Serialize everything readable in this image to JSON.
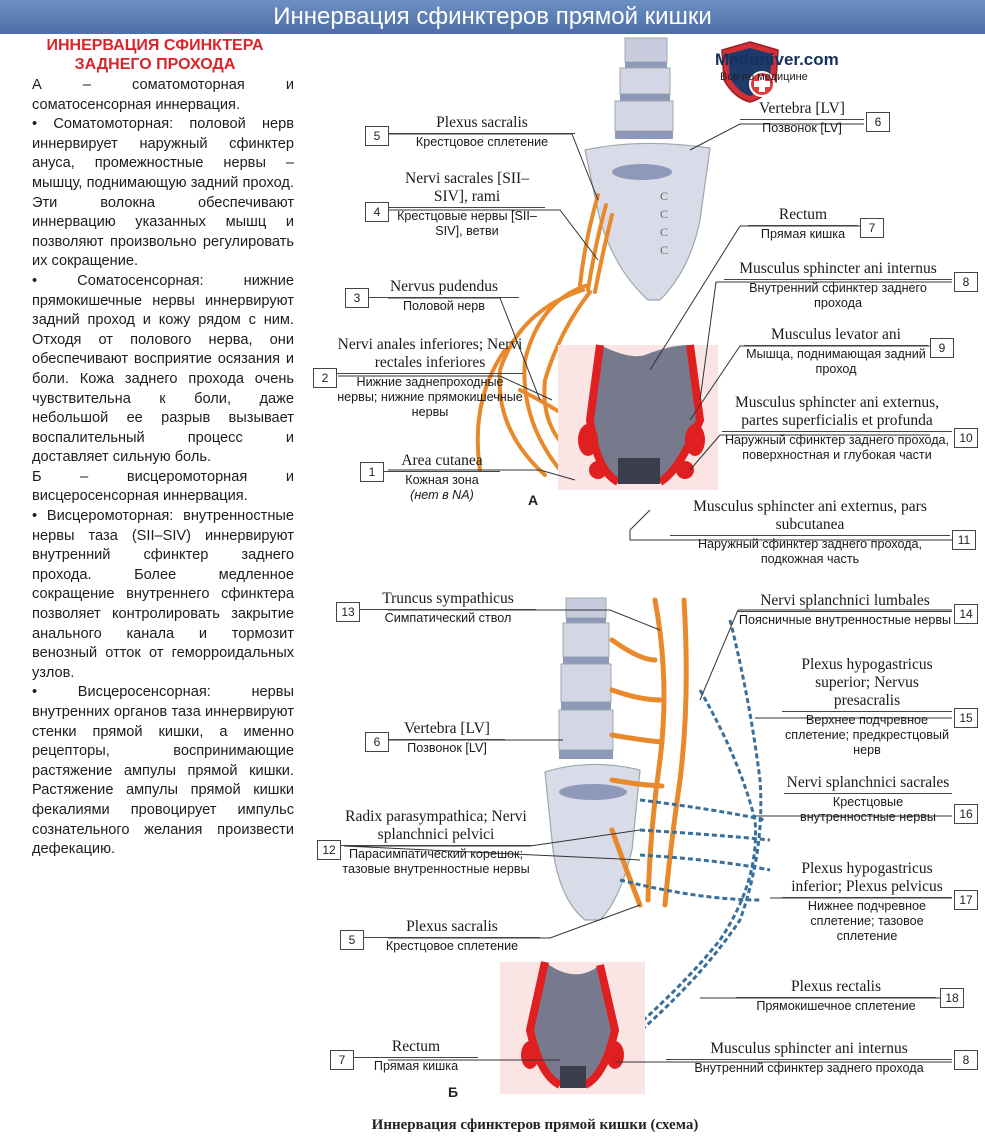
{
  "header": {
    "title": "Иннервация сфинктеров прямой кишки"
  },
  "logo": {
    "name": "Meduniver.com",
    "tagline": "Все по медицине"
  },
  "article": {
    "title": "ИННЕРВАЦИЯ СФИНКТЕРА ЗАДНЕГО ПРОХОДА",
    "paragraphs": [
      "А – соматомоторная и соматосенсорная иннервация.",
      "• Соматомоторная: половой нерв иннервирует наружный сфинктер ануса, промежностные нервы – мышцу, поднимающую задний проход. Эти волокна обеспечивают иннервацию указанных мышц и позволяют произвольно регулировать их сокращение.",
      "• Соматосенсорная: нижние прямокишечные нервы иннервируют задний проход и кожу рядом с ним. Отходя от полового нерва, они обеспечивают восприятие осязания и боли. Кожа заднего прохода очень чувствительна к боли, даже небольшой ее разрыв вызывает воспалительный процесс и доставляет сильную боль.",
      "Б – висцеромоторная и висцеросенсорная иннервация.",
      "• Висцеромоторная: внутренностные нервы таза (SII–SIV) иннервируют внутренний сфинктер заднего прохода. Более медленное сокращение внутреннего сфинктера позволяет контролировать закрытие анального канала и тормозит венозный отток от геморроидальных узлов.",
      "• Висцеросенсорная: нервы внутренних органов таза иннервируют стенки прямой кишки, а именно рецепторы, воспринимающие растяжение ампулы прямой кишки. Растяжение ампулы прямой кишки фекалиями провоцирует импульс сознательного желания произвести дефекацию."
    ]
  },
  "figure": {
    "panel_a_letter": "А",
    "panel_b_letter": "Б",
    "caption": "Иннервация сфинктеров прямой кишки (схема)"
  },
  "labels": [
    {
      "num": "5",
      "lat": "Plexus sacralis",
      "rus": "Крестцовое сплетение"
    },
    {
      "num": "4",
      "lat": "Nervi sacrales [SII–SIV], rami",
      "rus": "Крестцовые нервы [SII–SIV], ветви"
    },
    {
      "num": "3",
      "lat": "Nervus pudendus",
      "rus": "Половой нерв"
    },
    {
      "num": "2",
      "lat": "Nervi anales inferiores; Nervi rectales inferiores",
      "rus": "Нижние заднепроходные нервы; нижние прямокишечные нервы"
    },
    {
      "num": "1",
      "lat": "Area cutanea",
      "rus": "Кожная зона",
      "rus2": "(нет в NA)"
    },
    {
      "num": "6",
      "lat": "Vertebra [LV]",
      "rus": "Позвонок [LV]"
    },
    {
      "num": "7",
      "lat": "Rectum",
      "rus": "Прямая кишка"
    },
    {
      "num": "8",
      "lat": "Musculus sphincter ani internus",
      "rus": "Внутренний сфинктер заднего прохода"
    },
    {
      "num": "9",
      "lat": "Musculus levator ani",
      "rus": "Мышца, поднимающая задний проход"
    },
    {
      "num": "10",
      "lat": "Musculus sphincter ani externus, partes superficialis et profunda",
      "rus": "Наружный сфинктер заднего прохода, поверхностная и глубокая части"
    },
    {
      "num": "11",
      "lat": "Musculus sphincter ani externus, pars subcutanea",
      "rus": "Наружный сфинктер заднего прохода, подкожная часть"
    },
    {
      "num": "13",
      "lat": "Truncus sympathicus",
      "rus": "Симпатический ствол"
    },
    {
      "num": "6",
      "lat": "Vertebra [LV]",
      "rus": "Позвонок [LV]"
    },
    {
      "num": "12",
      "lat": "Radix parasympathica; Nervi splanchnici pelvici",
      "rus": "Парасимпатический корешок; тазовые внутренностные нервы"
    },
    {
      "num": "5",
      "lat": "Plexus sacralis",
      "rus": "Крестцовое сплетение"
    },
    {
      "num": "7",
      "lat": "Rectum",
      "rus": "Прямая кишка"
    },
    {
      "num": "14",
      "lat": "Nervi splanchnici lumbales",
      "rus": "Поясничные внутренностные нервы"
    },
    {
      "num": "15",
      "lat": "Plexus hypogastricus superior; Nervus presacralis",
      "rus": "Верхнее подчревное сплетение; предкрестцовый нерв"
    },
    {
      "num": "16",
      "lat": "Nervi splanchnici sacrales",
      "rus": "Крестцовые внутренностные нервы"
    },
    {
      "num": "17",
      "lat": "Plexus hypogastricus inferior; Plexus pelvicus",
      "rus": "Нижнее подчревное сплетение; тазовое сплетение"
    },
    {
      "num": "18",
      "lat": "Plexus rectalis",
      "rus": "Прямокишечное сплетение"
    },
    {
      "num": "8",
      "lat": "Musculus sphincter ani internus",
      "rus": "Внутренний сфинктер заднего прохода"
    }
  ],
  "colors": {
    "banner": "#5b7db4",
    "heading_red": "#d8262b",
    "somatic_nerve": "#e8892c",
    "visceral_nerve": "#3a6f9a",
    "muscle_red": "#e02020",
    "bone": "#d7d9e6"
  }
}
